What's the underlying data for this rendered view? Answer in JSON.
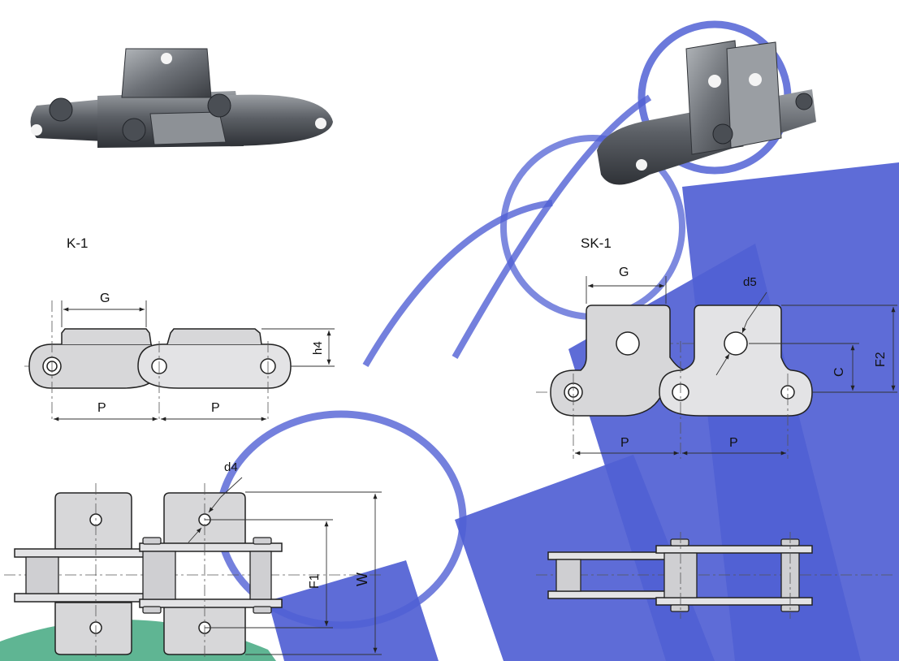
{
  "variants": [
    {
      "id": "k1",
      "label": "K-1"
    },
    {
      "id": "sk1",
      "label": "SK-1"
    }
  ],
  "dimensions": {
    "k1": {
      "g": "G",
      "p_left": "P",
      "p_right": "P",
      "h4": "h4",
      "d4": "d4",
      "f1": "F1",
      "w": "W"
    },
    "sk1": {
      "g": "G",
      "d5": "d5",
      "c": "C",
      "f2": "F2",
      "p_left": "P",
      "p_right": "P"
    }
  },
  "colors": {
    "watermark_blue": "#3d4fcf",
    "watermark_green": "#3aa37a",
    "plate_fill": "#d7d7d9",
    "steel_dark": "#3e4247",
    "steel_light": "#8a8e93"
  }
}
